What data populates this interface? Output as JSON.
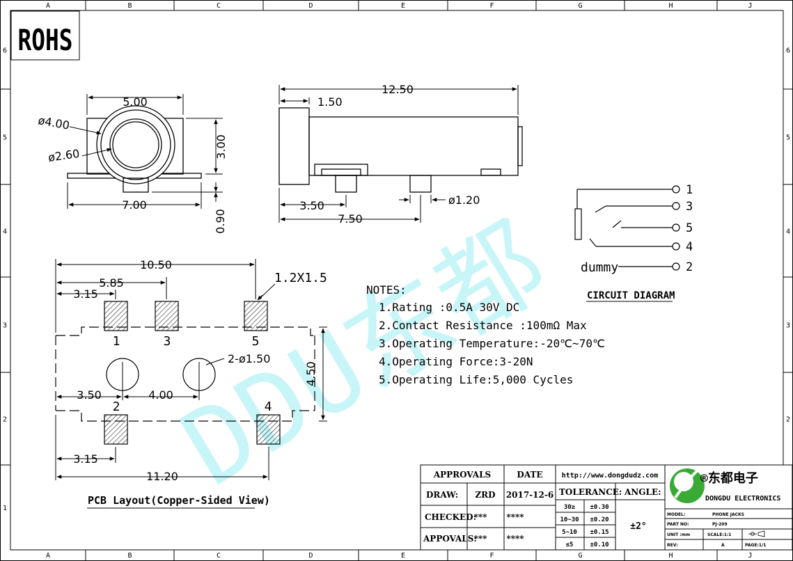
{
  "frame": {
    "columns": [
      "A",
      "B",
      "C",
      "D",
      "E",
      "F",
      "G",
      "H",
      "J"
    ],
    "rows": [
      "6",
      "5",
      "4",
      "3",
      "2",
      "1"
    ]
  },
  "rohs": "ROHS",
  "watermark": "DDU东都",
  "front_view": {
    "dim_width": "5.00",
    "dim_outer_dia": "ø4.00",
    "dim_inner_dia": "ø2.60",
    "dim_height": "3.00",
    "dim_base": "7.00",
    "dim_peg": "0.90"
  },
  "side_view": {
    "dim_length": "12.50",
    "dim_flange": "1.50",
    "dim_peg1": "3.50",
    "dim_peg2": "7.50",
    "dim_peg_dia": "ø1.20"
  },
  "pcb": {
    "dim_overall": "10.50",
    "dim_585": "5.85",
    "dim_315_top": "3.15",
    "pad_size": "1.2X1.5",
    "hole_dia": "2-ø1.50",
    "dim_450": "4.50",
    "dim_350": "3.50",
    "dim_400": "4.00",
    "dim_315_bottom": "3.15",
    "dim_1120": "11.20",
    "pins": [
      "1",
      "3",
      "5",
      "2",
      "4"
    ],
    "caption": "PCB Layout(Copper-Sided View)"
  },
  "notes": {
    "title": "NOTES:",
    "items": [
      "1.Rating :0.5A 30V DC",
      "2.Contact Resistance :100mΩ Max",
      "3.Operating Temperature:-20℃~70℃",
      "4.Operating Force:3-20N",
      "5.Operating Life:5,000 Cycles"
    ]
  },
  "circuit": {
    "pins": [
      "1",
      "3",
      "5",
      "4",
      "2"
    ],
    "dummy": "dummy",
    "caption": "CIRCUIT DIAGRAM"
  },
  "title_block": {
    "approvals": "APPROVALS",
    "date": "DATE",
    "draw_label": "DRAW:",
    "draw_name": "ZRD",
    "draw_date": "2017-12-6",
    "checked_label": "CHECKED:",
    "checked_name": "***",
    "checked_date": "****",
    "appovals_label": "APPOVALS:",
    "appovals_name": "***",
    "appovals_date": "****",
    "website": "http://www.dongdudz.com",
    "tolerance": "TOLERANCE:",
    "angle": "ANGLE:",
    "angle_value": "±2°",
    "tolerances": [
      {
        "range": "30≥",
        "value": "±0.30"
      },
      {
        "range": "10~30",
        "value": "±0.20"
      },
      {
        "range": "5~10",
        "value": "±0.15"
      },
      {
        "range": "≤5",
        "value": "±0.10"
      }
    ],
    "company_cn": "®东都电子",
    "company_en": "DONGDU ELECTRONICS",
    "model_label": "MODEL:",
    "model_value": "PHONE JACKS",
    "part_label": "PART NO:",
    "part_value": "PJ-209",
    "unit_label": "UNIT :mm",
    "scale_label": "SCALE:1:1",
    "rev_label": "REV:",
    "rev_value": "A",
    "page_label": "PAGE:1/1"
  }
}
